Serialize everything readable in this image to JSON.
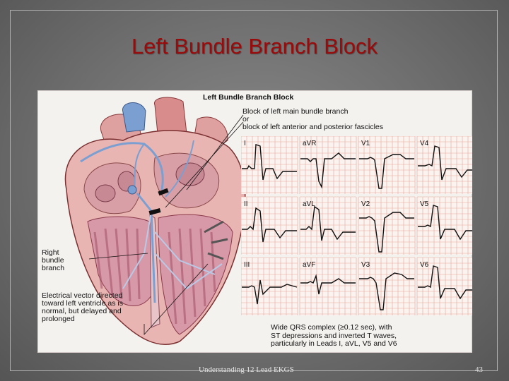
{
  "slide": {
    "title": "Left Bundle Branch Block",
    "footer": "Understanding 12 Lead EKGS",
    "page_number": "43"
  },
  "figure": {
    "title": "Left Bundle Branch Block",
    "callout_block": [
      "Block of left main bundle branch",
      "or",
      "block of left anterior and posterior fascicles"
    ],
    "callout_right_bundle": [
      "Right",
      "bundle",
      "branch"
    ],
    "callout_vector": [
      "Electrical vector directed",
      "toward left ventricle as is",
      "normal, but delayed and",
      "prolonged"
    ],
    "caption": [
      "Wide QRS complex (≥0.12 sec), with",
      "ST depressions and inverted T waves,",
      "particularly in Leads I, aVL, V5 and V6"
    ],
    "leads": [
      {
        "label": "I"
      },
      {
        "label": "aVR"
      },
      {
        "label": "V1"
      },
      {
        "label": "V4"
      },
      {
        "label": "II"
      },
      {
        "label": "aVL"
      },
      {
        "label": "V2"
      },
      {
        "label": "V5"
      },
      {
        "label": "III"
      },
      {
        "label": "aVF"
      },
      {
        "label": "V3"
      },
      {
        "label": "V6"
      }
    ]
  },
  "colors": {
    "title": "#9b0a0a",
    "ecg_grid": "#e6a79c",
    "heart_pink": "#e9b5b3",
    "conduction_blue": "#7c9fd1"
  }
}
